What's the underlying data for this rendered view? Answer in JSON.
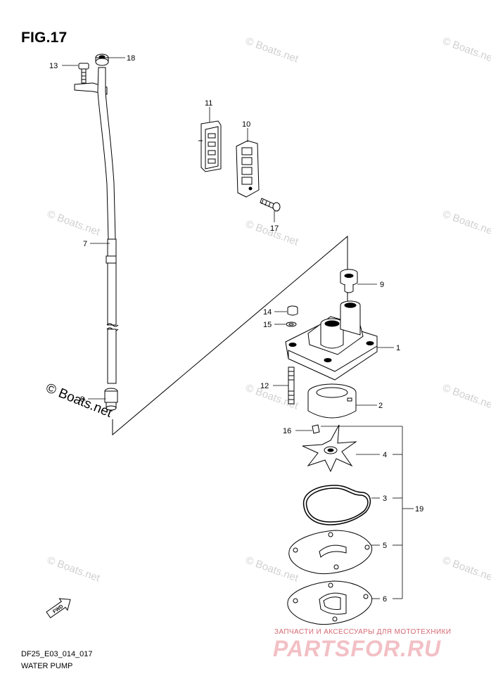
{
  "figure": {
    "title": "FIG.17",
    "drawing_code": "DF25_E03_014_017",
    "caption": "WATER PUMP",
    "fwd_label": "FWD"
  },
  "watermark": {
    "text": "© Boats.net",
    "prominent_text": "© Boats.net"
  },
  "brand": {
    "tagline": "ЗАПЧАСТИ И АКСЕССУАРЫ ДЛЯ МОТОТЕХНИКИ",
    "logo_text": "PARTSFOR.RU",
    "logo_color": "#f2c0c5",
    "tagline_color": "#d46a73"
  },
  "callouts": {
    "p1": "1",
    "p2": "2",
    "p3": "3",
    "p4": "4",
    "p5": "5",
    "p6": "6",
    "p7": "7",
    "p8": "8",
    "p9": "9",
    "p10": "10",
    "p11": "11",
    "p12": "12",
    "p13": "13",
    "p14": "14",
    "p15": "15",
    "p16": "16",
    "p17": "17",
    "p18": "18",
    "p19": "19"
  }
}
